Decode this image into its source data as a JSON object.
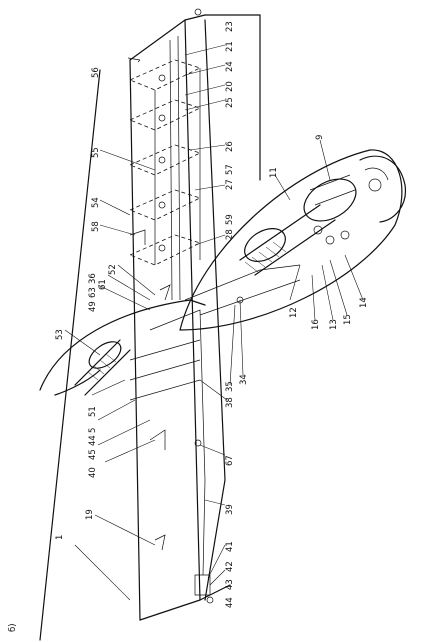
{
  "figure": {
    "panel_label": "б)",
    "callouts": [
      "1",
      "19",
      "40",
      "45",
      "44",
      "5",
      "51",
      "49",
      "63",
      "36",
      "61",
      "52",
      "53",
      "58",
      "54",
      "55",
      "56",
      "23",
      "21",
      "24",
      "20",
      "25",
      "26",
      "27",
      "57",
      "28",
      "59",
      "9",
      "11",
      "12",
      "16",
      "13",
      "15",
      "14",
      "35",
      "34",
      "38",
      "67",
      "39",
      "41",
      "42",
      "43",
      "44"
    ]
  }
}
